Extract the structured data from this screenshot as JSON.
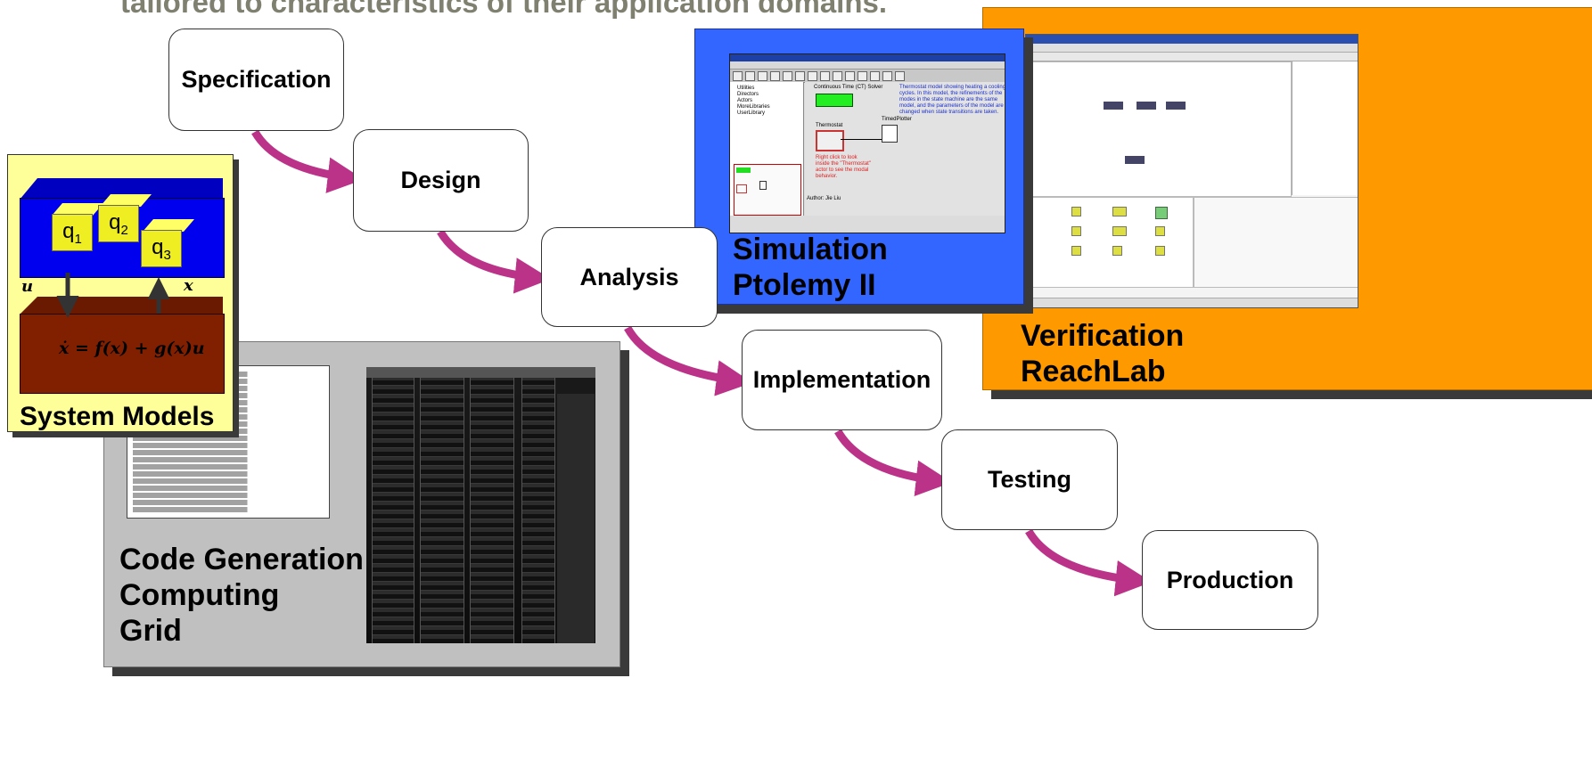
{
  "heading": "tailored to characteristics of their application domains.",
  "stages": {
    "specification": "Specification",
    "design": "Design",
    "analysis": "Analysis",
    "implementation": "Implementation",
    "testing": "Testing",
    "production": "Production"
  },
  "panels": {
    "verification": {
      "line1": "Verification",
      "line2": "ReachLab"
    },
    "simulation": {
      "line1": "Simulation",
      "line2": "Ptolemy II"
    },
    "codegen": {
      "line1": "Code Generation",
      "line2": "Computing",
      "line3": "Grid"
    },
    "system_models": {
      "label": "System Models",
      "blocks": [
        "q1",
        "q2",
        "q3"
      ],
      "input": "u",
      "output": "x",
      "equation": "ẋ = f(x) + g(x)u"
    }
  },
  "ptolemy_screen": {
    "solver": "Continuous Time (CT) Solver",
    "description": "Thermostat model showing heating a cooling cycles. In this model, the refinements of the modes in the state machine are the same model, and the parameters of the model are changed when state transitions are taken.",
    "actor1": "Thermostat",
    "actor2": "TimedPlotter",
    "hint": "Right click to look inside the \"Thermostat\" actor to see the modal behavior.",
    "author": "Author: Jie Liu",
    "library": [
      "Utilities",
      "Directors",
      "Actors",
      "MoreLibraries",
      "UserLibrary"
    ]
  },
  "arrow_color": "#bb3388"
}
